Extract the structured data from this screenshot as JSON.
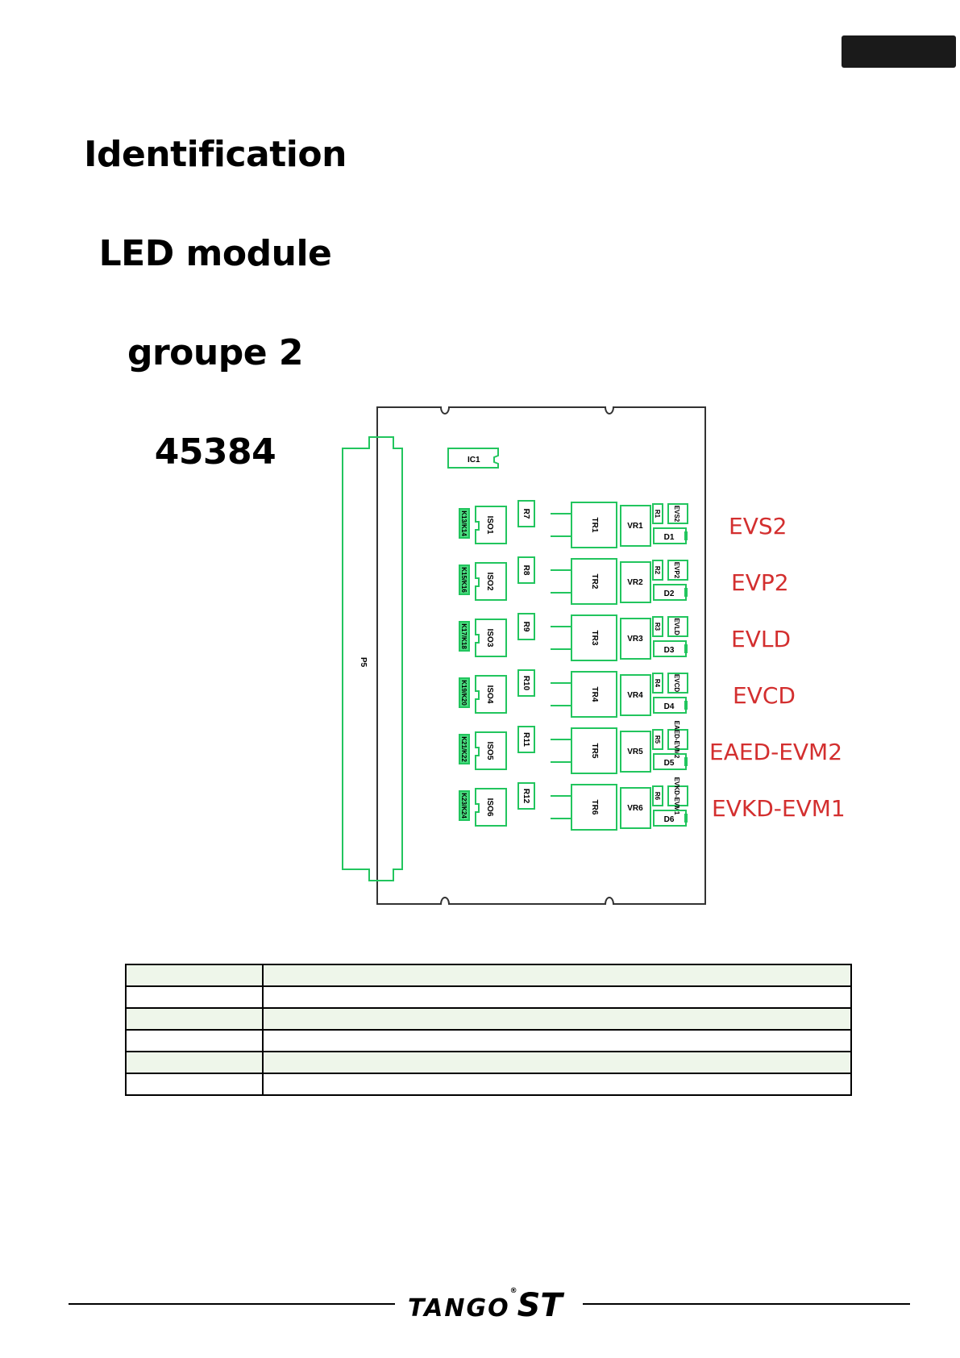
{
  "title": {
    "line1": "Identification",
    "line2": "LED module",
    "line3": "groupe 2",
    "line4": "45384"
  },
  "board": {
    "connector": "P5",
    "ic": "IC1",
    "channels": [
      {
        "conn": "K13/K14",
        "iso": "ISO1",
        "r": "R7",
        "tr": "TR1",
        "vr": "VR1",
        "rs": "R1",
        "led": "EVS2",
        "d": "D1",
        "signal": "EVS2"
      },
      {
        "conn": "K15/K16",
        "iso": "ISO2",
        "r": "R8",
        "tr": "TR2",
        "vr": "VR2",
        "rs": "R2",
        "led": "EVP2",
        "d": "D2",
        "signal": "EVP2"
      },
      {
        "conn": "K17/K18",
        "iso": "ISO3",
        "r": "R9",
        "tr": "TR3",
        "vr": "VR3",
        "rs": "R3",
        "led": "EVLD",
        "d": "D3",
        "signal": "EVLD"
      },
      {
        "conn": "K19/K20",
        "iso": "ISO4",
        "r": "R10",
        "tr": "TR4",
        "vr": "VR4",
        "rs": "R4",
        "led": "EVCD",
        "d": "D4",
        "signal": "EVCD"
      },
      {
        "conn": "K21/K22",
        "iso": "ISO5",
        "r": "R11",
        "tr": "TR5",
        "vr": "VR5",
        "rs": "R5",
        "led": "EAED-EVM2",
        "d": "D5",
        "signal": "EAED-EVM2"
      },
      {
        "conn": "K23/K24",
        "iso": "ISO6",
        "r": "R12",
        "tr": "TR6",
        "vr": "VR6",
        "rs": "R6",
        "led": "EVKD-EVM1",
        "d": "D6",
        "signal": "EVKD-EVM1"
      }
    ]
  },
  "table": {
    "rows": [
      [
        "",
        ""
      ],
      [
        "",
        ""
      ],
      [
        "",
        ""
      ],
      [
        "",
        ""
      ],
      [
        "",
        ""
      ],
      [
        "",
        ""
      ]
    ]
  },
  "footer": {
    "brand": "TANGO",
    "reg": "®",
    "suffix": "ST"
  },
  "colors": {
    "trace": "#22c55e",
    "label_fill": "#4ade80",
    "signal": "#d32f2f"
  }
}
